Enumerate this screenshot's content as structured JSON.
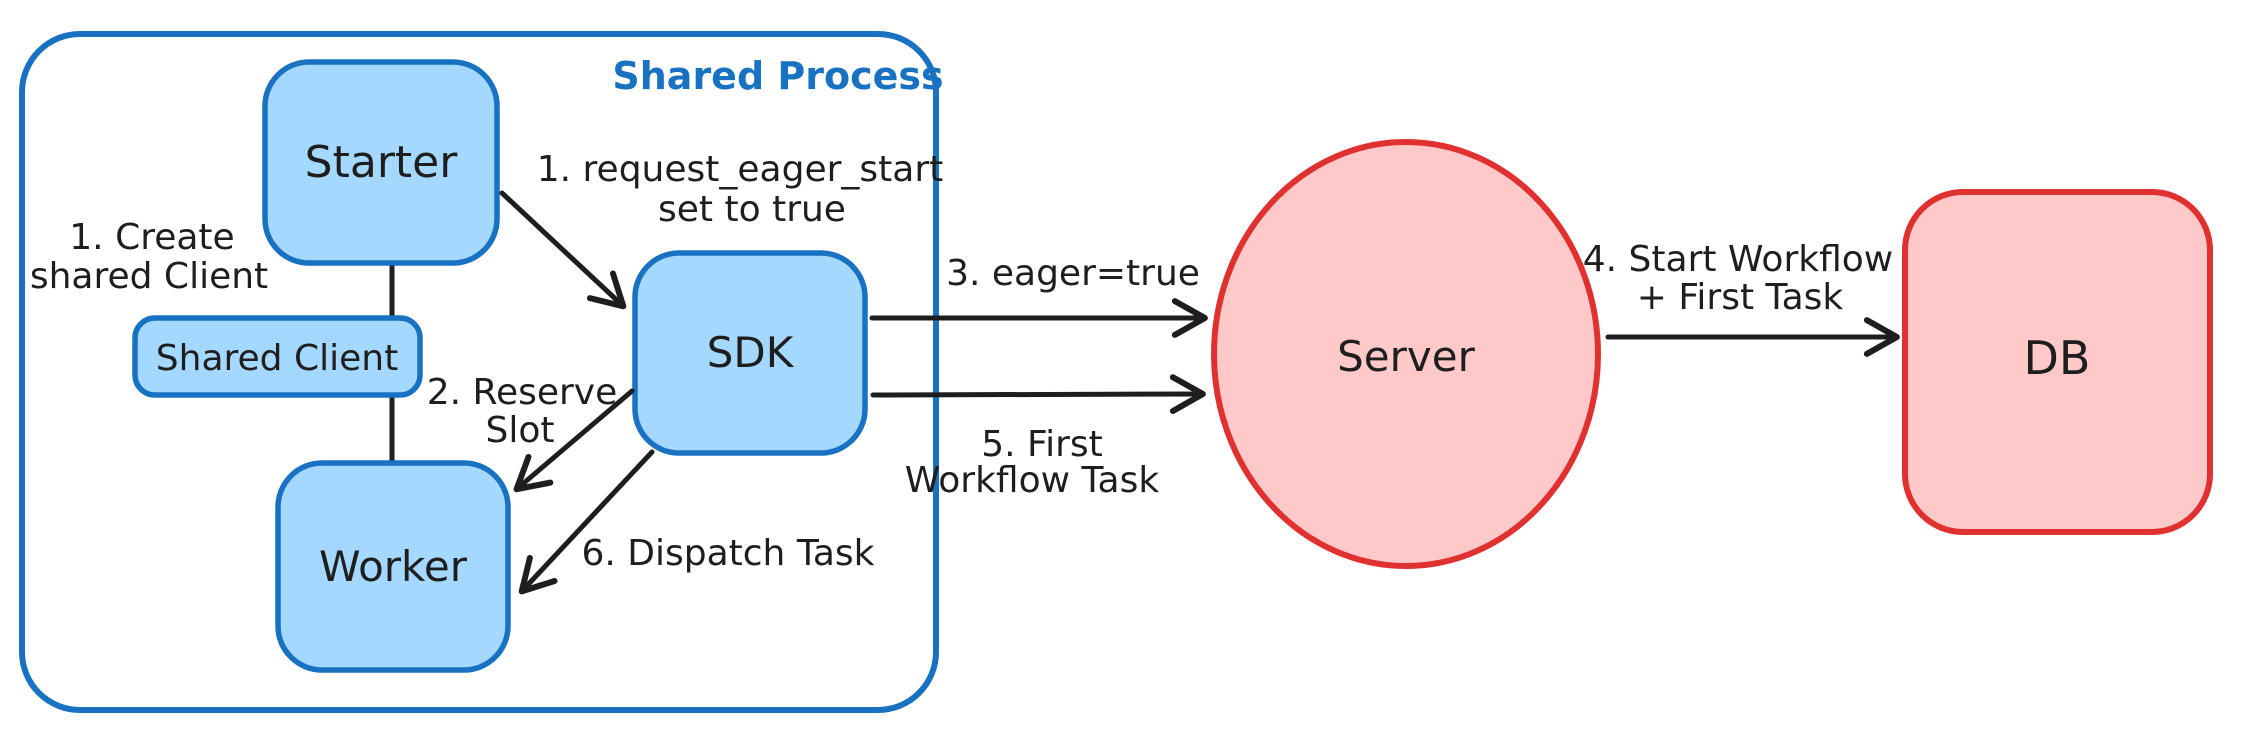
{
  "diagram": {
    "container": {
      "label": "Shared Process"
    },
    "nodes": {
      "starter": {
        "label": "Starter"
      },
      "shared_client": {
        "label": "Shared Client"
      },
      "worker": {
        "label": "Worker"
      },
      "sdk": {
        "label": "SDK"
      },
      "server": {
        "label": "Server"
      },
      "db": {
        "label": "DB"
      }
    },
    "annotations": {
      "create_shared_client": {
        "lines": [
          "1. Create",
          "shared Client"
        ]
      },
      "request_eager_start": {
        "lines": [
          "1. request_eager_start",
          "set to true"
        ]
      },
      "reserve_slot": {
        "lines": [
          "2. Reserve",
          "Slot"
        ]
      },
      "eager_true": {
        "lines": [
          "3. eager=true"
        ]
      },
      "first_workflow_task": {
        "lines": [
          "5. First",
          "Workflow Task"
        ]
      },
      "dispatch_task": {
        "lines": [
          "6. Dispatch Task"
        ]
      },
      "start_workflow_first_task": {
        "lines": [
          "4. Start Workflow",
          "+ First Task"
        ]
      }
    },
    "colors": {
      "blue_stroke": "#1971c2",
      "blue_fill": "#a5d8ff",
      "red_stroke": "#e03131",
      "red_fill": "#ffc9c9",
      "ink": "#1e1e1e",
      "background": "#ffffff"
    }
  }
}
